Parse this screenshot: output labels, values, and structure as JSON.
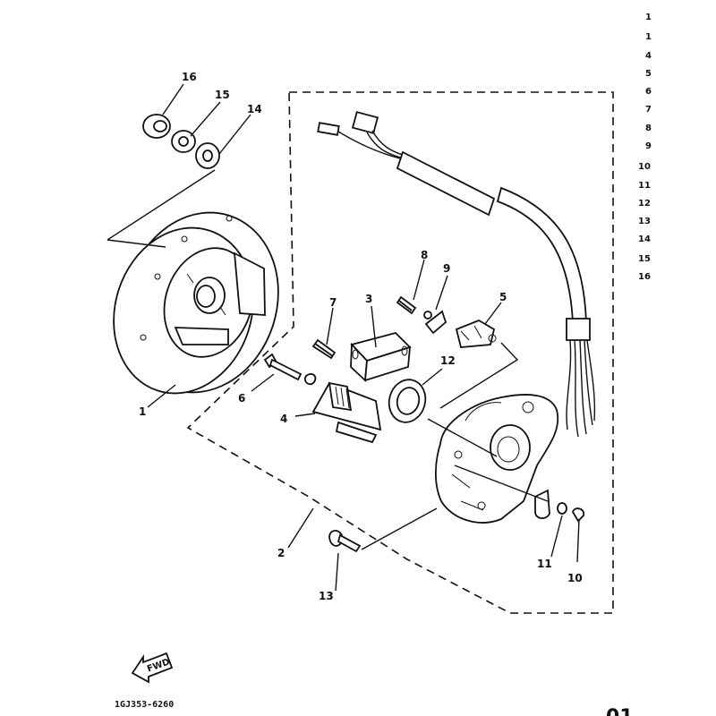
{
  "callouts": [
    {
      "id": "1",
      "part": "flywheel"
    },
    {
      "id": "2",
      "part": "stator-base"
    },
    {
      "id": "3",
      "part": "coil-a"
    },
    {
      "id": "4",
      "part": "coil-b"
    },
    {
      "id": "5",
      "part": "pickup-coil"
    },
    {
      "id": "6",
      "part": "long-bolt"
    },
    {
      "id": "7",
      "part": "screw"
    },
    {
      "id": "8",
      "part": "screw"
    },
    {
      "id": "9",
      "part": "washer-clip"
    },
    {
      "id": "10",
      "part": "screw"
    },
    {
      "id": "11",
      "part": "lock-washer"
    },
    {
      "id": "12",
      "part": "oil-seal"
    },
    {
      "id": "13",
      "part": "screw"
    },
    {
      "id": "14",
      "part": "washer"
    },
    {
      "id": "15",
      "part": "spring-washer"
    },
    {
      "id": "16",
      "part": "nut"
    }
  ],
  "fwd_label": "FWD",
  "diagram_code": "1GJ353-6260",
  "page_fragment": "01",
  "edge_list_fragments": [
    "1",
    "1",
    "4",
    "5",
    "6",
    "7",
    "8",
    "9",
    "10",
    "11",
    "12",
    "13",
    "14",
    "15",
    "16"
  ]
}
